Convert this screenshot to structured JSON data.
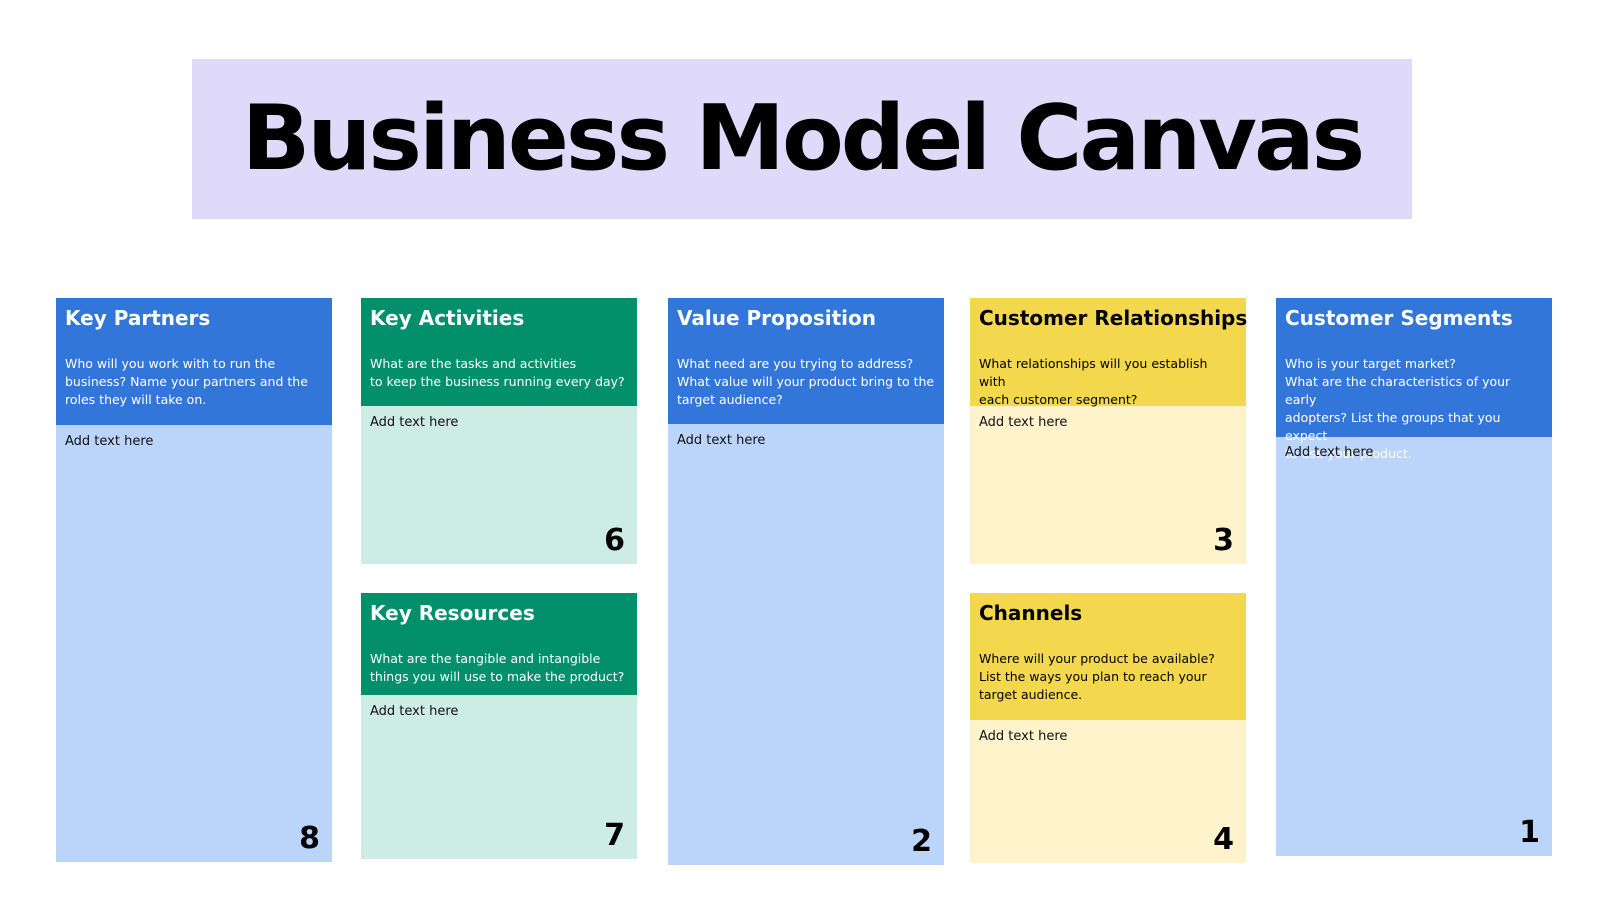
{
  "title": "Business Model Canvas",
  "colors": {
    "banner": "#e0dafa",
    "blue_header": "#3276d9",
    "blue_body": "#bbd5fa",
    "green_header": "#028f6b",
    "green_body": "#cdece3",
    "yellow_header": "#f3d84d",
    "yellow_body": "#fff3cb"
  },
  "cards": {
    "key_partners": {
      "title": "Key Partners",
      "description": "Who will you work with to run the\nbusiness? Name your partners and the\nroles they will take on.",
      "placeholder": "Add text here",
      "number": "8"
    },
    "key_activities": {
      "title": "Key Activities",
      "description": "What are the tasks and activities\nto keep the business running every day?",
      "placeholder": "Add text here",
      "number": "6"
    },
    "key_resources": {
      "title": "Key Resources",
      "description": "What are the tangible and intangible\nthings you will use to make the product?",
      "placeholder": "Add text here",
      "number": "7"
    },
    "value_proposition": {
      "title": "Value Proposition",
      "description": "What need are you trying to address?\nWhat value will your product bring to the\ntarget audience?",
      "placeholder": "Add text here",
      "number": "2"
    },
    "customer_relationships": {
      "title": "Customer Relationships",
      "description": "What relationships will you establish with\neach customer segment?",
      "placeholder": "Add text here",
      "number": "3"
    },
    "channels": {
      "title": "Channels",
      "description": "Where will your product be available?\nList the ways you plan to reach your\ntarget audience.",
      "placeholder": "Add text here",
      "number": "4"
    },
    "customer_segments": {
      "title": "Customer Segments",
      "description": "Who is your target market?\nWhat are the characteristics of your early\nadopters? List the groups that you expect\nto use your product.",
      "placeholder": "Add text here",
      "number": "1"
    }
  }
}
